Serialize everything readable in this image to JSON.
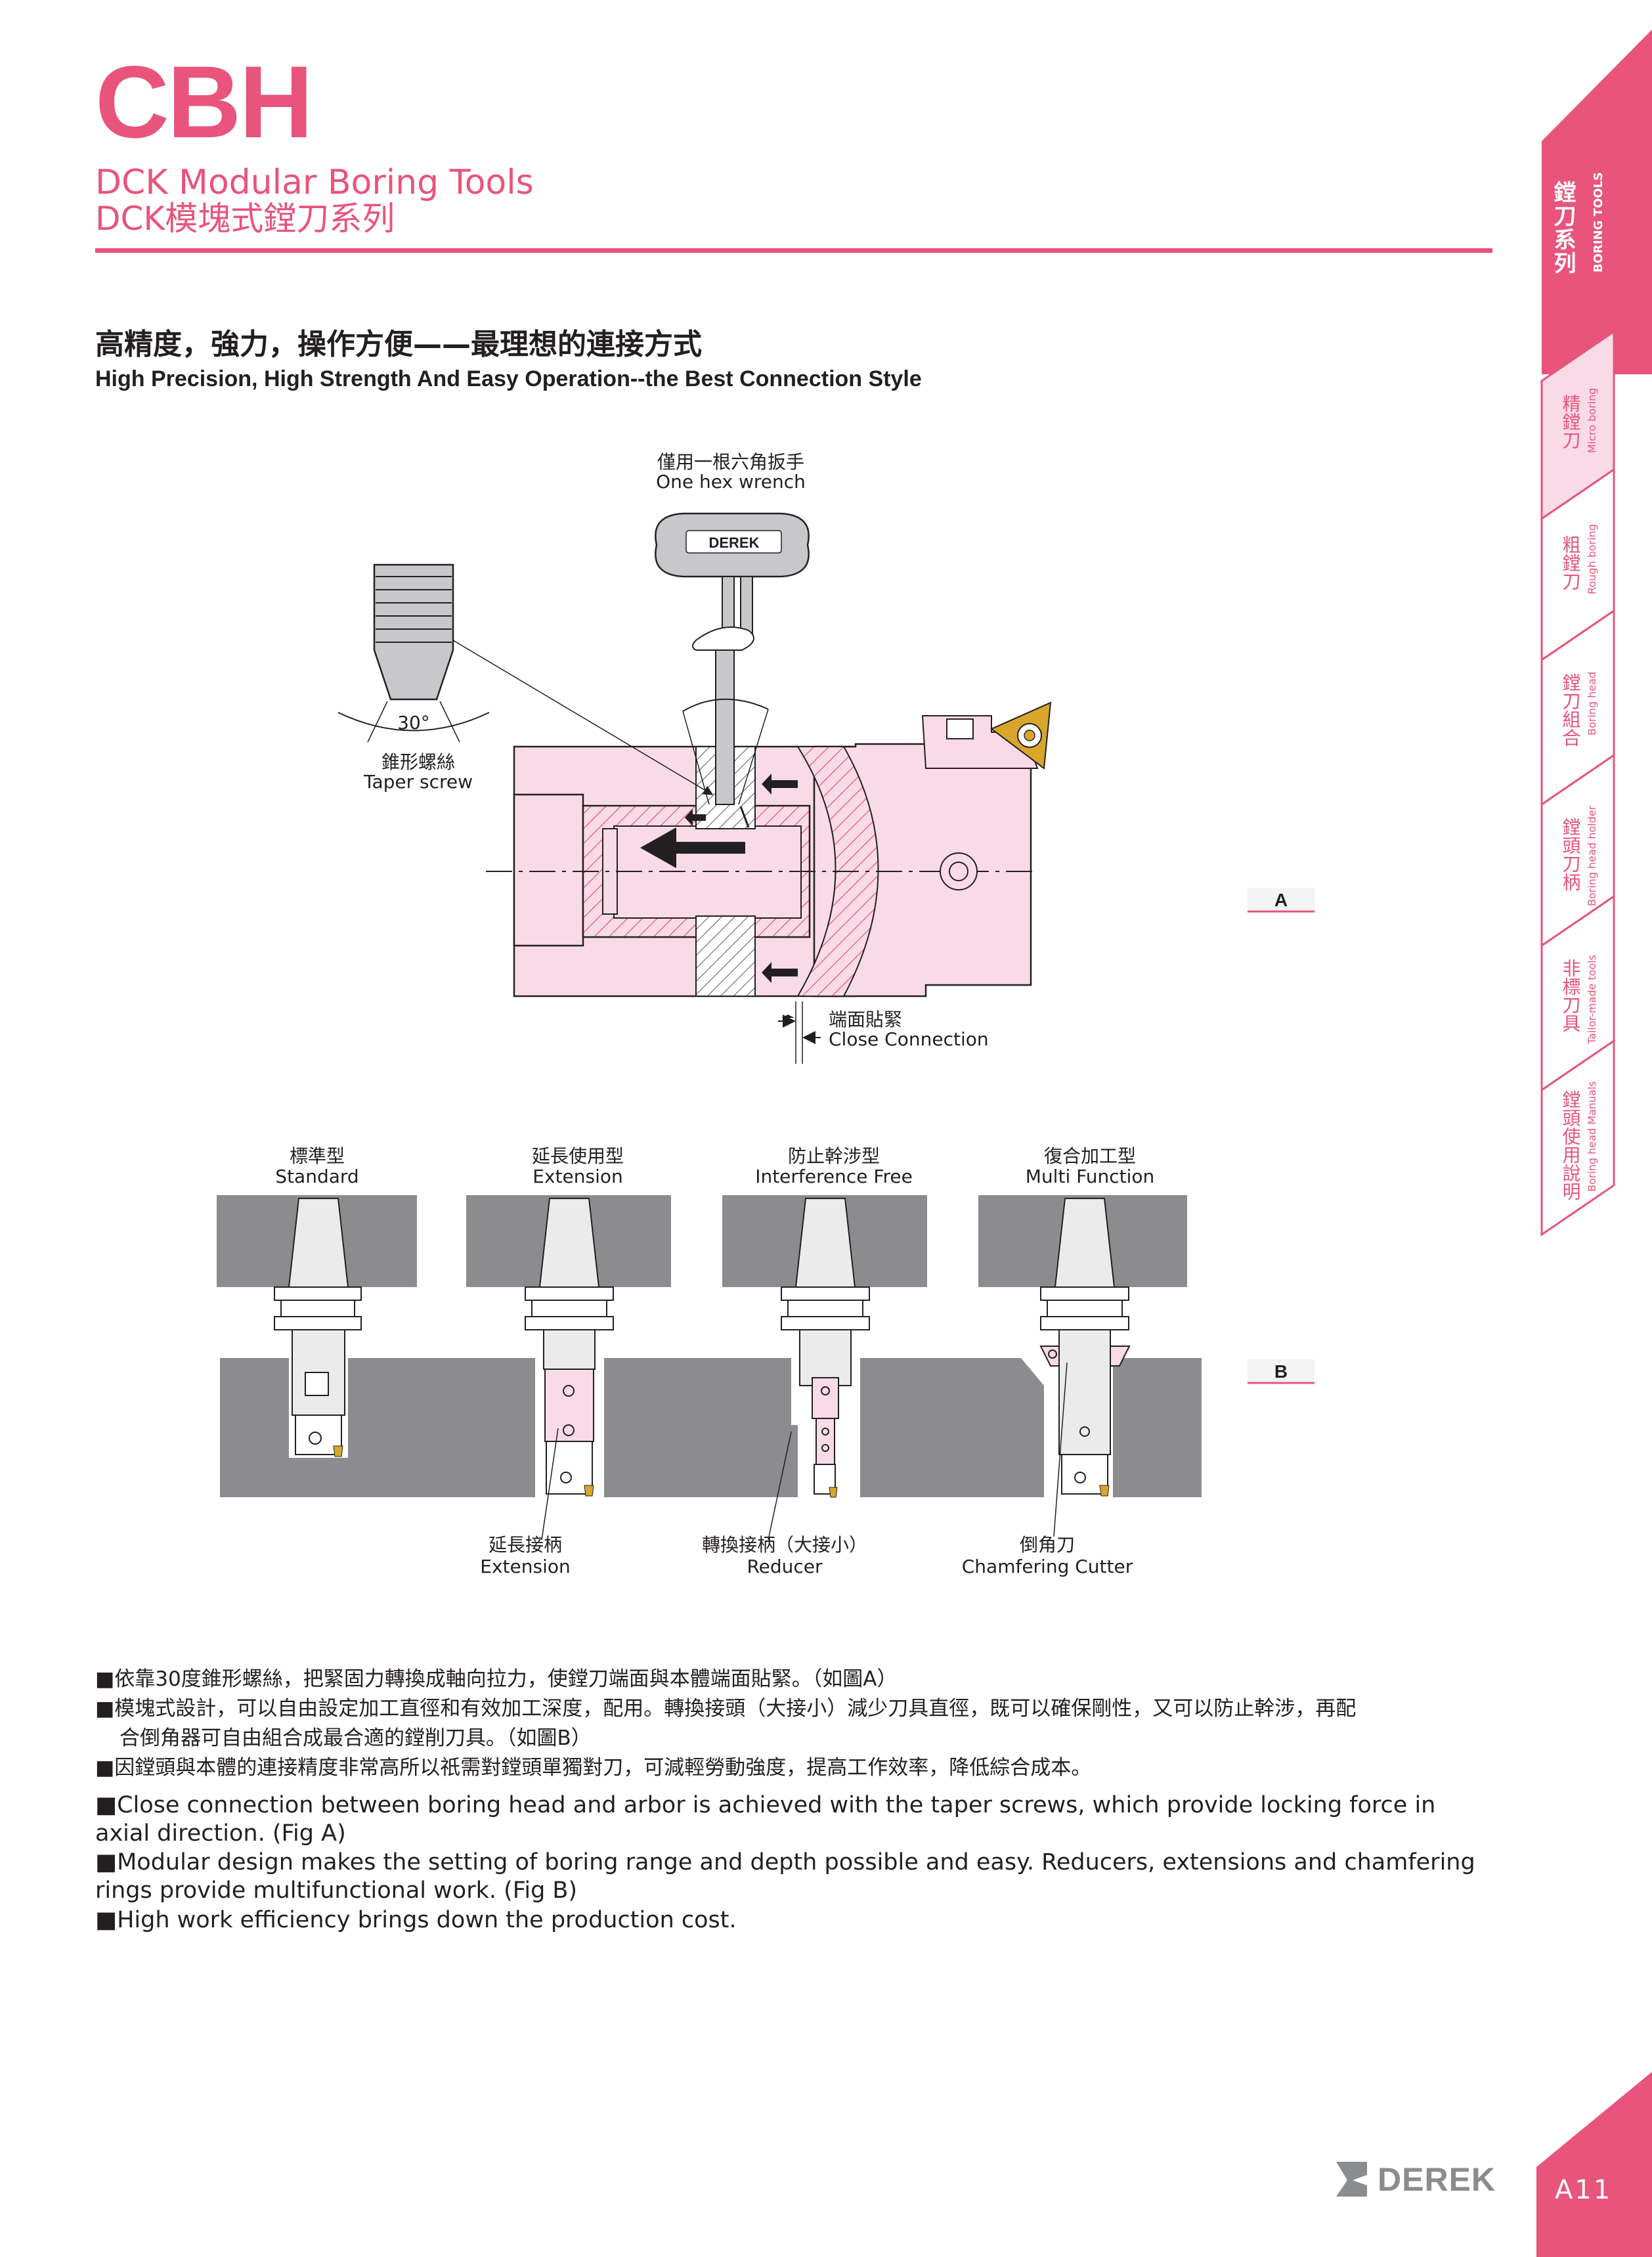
{
  "header": {
    "code": "CBH",
    "subtitle_en": "DCK Modular Boring Tools",
    "subtitle_zh": "DCK模塊式鏜刀系列"
  },
  "heading": {
    "zh": "高精度，強力，操作方便——最理想的連接方式",
    "en": "High Precision, High Strength And Easy Operation--the Best Connection Style"
  },
  "figure_a": {
    "wrench_zh": "僅用一根六角扳手",
    "wrench_en": "One hex wrench",
    "screw_zh": "錐形螺絲",
    "screw_en": "Taper screw",
    "angle": "30°",
    "close_zh": "端面貼緊",
    "close_en": "Close Connection",
    "tag": "A",
    "wrench_brand": "DEREK"
  },
  "figure_b": {
    "tag": "B",
    "types": [
      {
        "zh": "標準型",
        "en": "Standard"
      },
      {
        "zh": "延長使用型",
        "en": "Extension"
      },
      {
        "zh": "防止幹涉型",
        "en": "Interference Free"
      },
      {
        "zh": "復合加工型",
        "en": "Multi Function"
      }
    ],
    "parts": [
      {
        "zh": "延長接柄",
        "en": "Extension"
      },
      {
        "zh": "轉換接柄（大接小）",
        "en": "Reducer"
      },
      {
        "zh": "倒角刀",
        "en": "Chamfering Cutter"
      }
    ]
  },
  "notes_zh": [
    "■依靠30度錐形螺絲，把緊固力轉換成軸向拉力，使鏜刀端面與本體端面貼緊。（如圖A）",
    "■模塊式設計，可以自由設定加工直徑和有效加工深度，配用。轉換接頭（大接小）減少刀具直徑，既可以確保剛性，又可以防止幹涉，再配",
    "合倒角器可自由組合成最合適的鏜削刀具。（如圖B）",
    "■因鏜頭與本體的連接精度非常高所以祇需對鏜頭單獨對刀，可減輕勞動強度，提高工作效率，降低綜合成本。"
  ],
  "notes_en": [
    "■Close connection between boring head and arbor is achieved with the taper screws, which provide locking force in axial direction. (Fig A)",
    "■Modular design makes the setting of boring range and depth possible and easy. Reducers, extensions and chamfering rings provide multifunctional work. (Fig B)",
    "■High work efficiency brings down the production cost."
  ],
  "side_tabs": [
    {
      "zh": "鏜刀系列",
      "en": "BORING TOOLS",
      "active": true
    },
    {
      "zh": "精鏜刀",
      "en": "Micro boring",
      "active": false
    },
    {
      "zh": "粗鏜刀",
      "en": "Rough boring",
      "active": false
    },
    {
      "zh": "鏜刀組合",
      "en": "Boring head",
      "active": false
    },
    {
      "zh": "鏜頭刀柄",
      "en": "Boring head holder",
      "active": false
    },
    {
      "zh": "非標刀具",
      "en": "Tailor-made tools",
      "active": false
    },
    {
      "zh": "鏜頭使用說明",
      "en": "Boring head Manuals",
      "active": false
    }
  ],
  "footer": {
    "brand": "DEREK",
    "page": "A11"
  },
  "colors": {
    "accent": "#e8547c",
    "light_pink": "#f9dbe7",
    "gray_block": "#8c8c8e",
    "text": "#231f20",
    "gold": "#d9a52a"
  }
}
